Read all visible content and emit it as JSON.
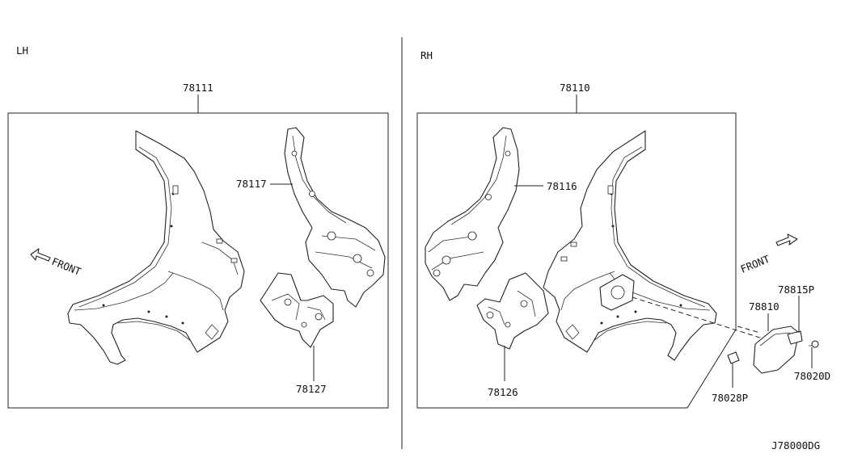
{
  "sides": {
    "left": "LH",
    "right": "RH"
  },
  "front": {
    "left": "FRONT",
    "right": "FRONT"
  },
  "parts": {
    "lh_panel": "78111",
    "rh_panel": "78110",
    "lh_inner_upper": "78117",
    "rh_inner_upper": "78116",
    "lh_inner_lower": "78127",
    "rh_inner_lower": "78126",
    "fuel_lid": "78810",
    "hinge": "78815P",
    "screw": "78020D",
    "bumper": "78028P"
  },
  "diagram_code": "J78000DG"
}
